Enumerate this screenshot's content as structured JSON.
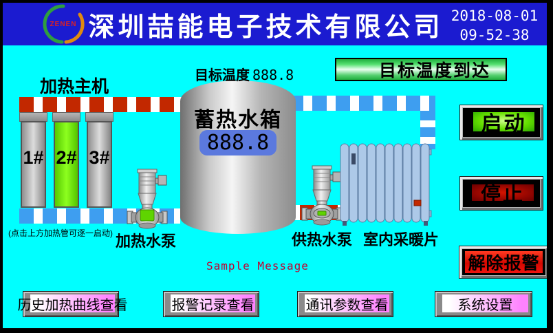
{
  "header": {
    "logo_text": "ZENEN",
    "title": "深圳喆能电子技术有限公司",
    "date": "2018-08-01",
    "time": "09-52-38"
  },
  "heater": {
    "title": "加热主机",
    "units": [
      {
        "label": "1#",
        "active": false
      },
      {
        "label": "2#",
        "active": true
      },
      {
        "label": "3#",
        "active": false
      }
    ],
    "hint": "(点击上方加热管可逐一启动)"
  },
  "tank": {
    "target_label": "目标温度",
    "target_value": "888.8",
    "name": "蓄热水箱",
    "temperature": "888.8"
  },
  "status_banner": "目标温度到达",
  "pumps": {
    "heating": "加热水泵",
    "supply": "供热水泵"
  },
  "radiator_label": "室内采暖片",
  "message": "Sample Message",
  "controls": {
    "start": "启动",
    "stop": "停止",
    "clear_alarm": "解除报警"
  },
  "nav": [
    {
      "label": "历史加热曲线查看"
    },
    {
      "label": "报警记录查看"
    },
    {
      "label": "通讯参数查看"
    },
    {
      "label": "系统设置"
    }
  ],
  "colors": {
    "background": "#00ffff",
    "header": "#1b1bd0",
    "active_heater": "#6fe000",
    "start_green": "#66e000",
    "stop_red": "#8c0400",
    "alarm_red": "#e01010",
    "nav_magenta": "#ff82ff",
    "pipe_hot": "#c22800",
    "pipe_cold": "#3e9ef0",
    "tank_display": "#5b79de",
    "message_red": "#c00030"
  }
}
